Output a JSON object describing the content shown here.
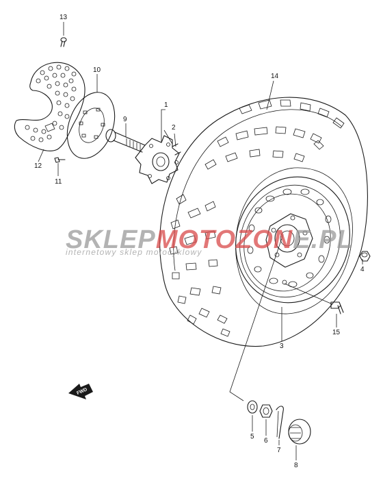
{
  "watermark": {
    "part1": "SKLEP",
    "part2": "MOTO",
    "part3": "ZON",
    "part4": "E.PL",
    "tagline": "internetowy sklep motocyklowy",
    "color_grey": "#9a9a9a",
    "color_red": "#d94a4a"
  },
  "fwd_label": "FWD",
  "callouts": [
    {
      "number": "1"
    },
    {
      "number": "2"
    },
    {
      "number": "3"
    },
    {
      "number": "4"
    },
    {
      "number": "5"
    },
    {
      "number": "6"
    },
    {
      "number": "7"
    },
    {
      "number": "8"
    },
    {
      "number": "9"
    },
    {
      "number": "10"
    },
    {
      "number": "11"
    },
    {
      "number": "12"
    },
    {
      "number": "13"
    },
    {
      "number": "14"
    },
    {
      "number": "15"
    }
  ]
}
